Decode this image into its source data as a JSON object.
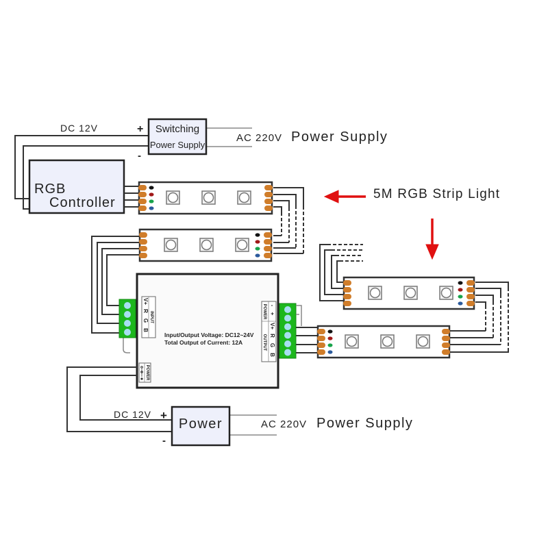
{
  "top_supply": {
    "box_line1": "Switching",
    "box_line2": "Power Supply",
    "dc_label": "DC 12V",
    "plus": "+",
    "minus": "-",
    "ac_label": "AC 220V",
    "supply_label": "Power Supply"
  },
  "controller": {
    "line1": "RGB",
    "line2": "Controller"
  },
  "strip_callout": {
    "label": "5M RGB Strip Light",
    "accent_color": "#e01010"
  },
  "wire_colors": [
    "#111111",
    "#a01818",
    "#17a34a",
    "#2b5a9c"
  ],
  "amplifier": {
    "spec_line1": "Input/Output Voltage: DC12~24V",
    "spec_line2": "Total Output of Current: 12A",
    "input_panel": {
      "title": "INPUT",
      "pins": [
        "V+",
        "R",
        "G",
        "B"
      ]
    },
    "output_panel": {
      "title": "OUTPUT",
      "pins": [
        "V+",
        "R",
        "G",
        "B"
      ]
    },
    "power_out_panel": {
      "title": "POWER",
      "pins": [
        "-",
        "+"
      ]
    },
    "power_in_panel": {
      "title": "POWER"
    }
  },
  "bottom_supply": {
    "box_label": "Power",
    "dc_label": "DC 12V",
    "plus": "+",
    "minus": "-",
    "ac_label": "AC 220V",
    "supply_label": "Power Supply"
  }
}
